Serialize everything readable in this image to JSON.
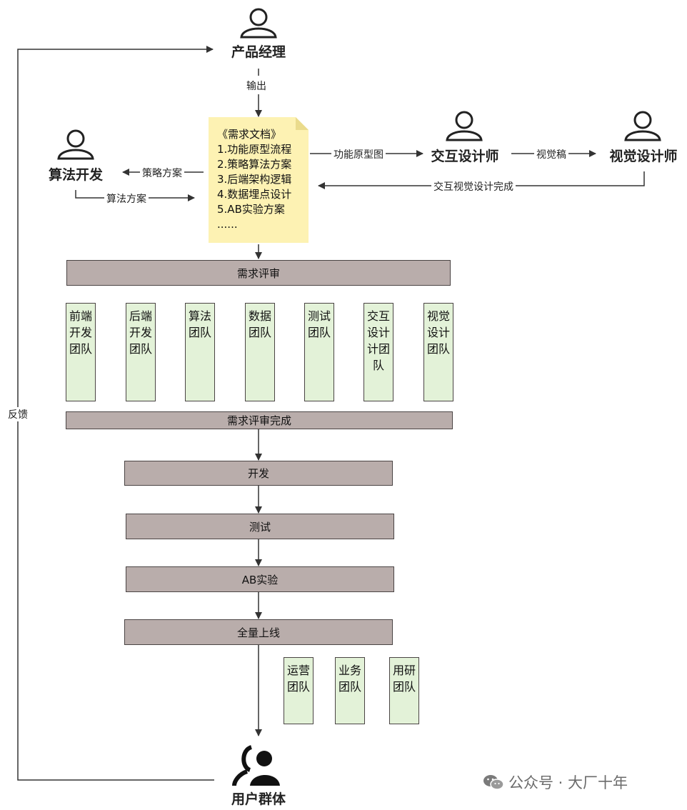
{
  "roles": {
    "product_manager": "产品经理",
    "algorithm_dev": "算法开发",
    "interaction_designer": "交互设计师",
    "visual_designer": "视觉设计师",
    "user_group": "用户群体"
  },
  "edges": {
    "output": "输出",
    "strategy_plan": "策略方案",
    "algorithm_plan": "算法方案",
    "prototype_diagram": "功能原型图",
    "visual_draft": "视觉稿",
    "visual_done": "交互视觉设计完成",
    "feedback": "反馈"
  },
  "document": {
    "title": "《需求文档》",
    "items": [
      "1.功能原型流程",
      "2.策略算法方案",
      "3.后端架构逻辑",
      "4.数据埋点设计",
      "5.AB实验方案",
      "......"
    ]
  },
  "stages": {
    "review": "需求评审",
    "review_done": "需求评审完成",
    "develop": "开发",
    "test": "测试",
    "ab": "AB实验",
    "launch": "全量上线"
  },
  "review_teams": [
    "前端开发团队",
    "后端开发团队",
    "算法团队",
    "数据团队",
    "测试团队",
    "交互设计计团队",
    "视觉设计团队"
  ],
  "launch_teams": [
    "运营团队",
    "业务团队",
    "用研团队"
  ],
  "watermark": "公众号 · 大厂十年",
  "colors": {
    "bar_fill": "#b9adab",
    "team_fill": "#e3f2d8",
    "doc_fill": "#fdf2b3",
    "line": "#333333"
  }
}
